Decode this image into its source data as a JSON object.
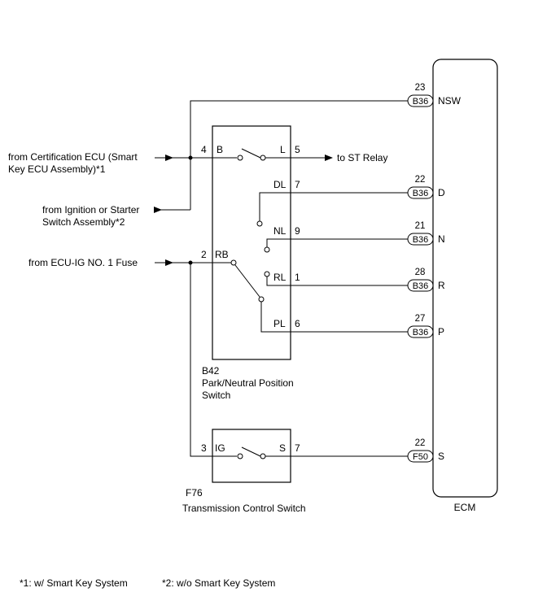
{
  "ecm": {
    "label": "ECM",
    "pins": [
      {
        "num": "23",
        "conn": "B36",
        "name": "NSW"
      },
      {
        "num": "22",
        "conn": "B36",
        "name": "D"
      },
      {
        "num": "21",
        "conn": "B36",
        "name": "N"
      },
      {
        "num": "28",
        "conn": "B36",
        "name": "R"
      },
      {
        "num": "27",
        "conn": "B36",
        "name": "P"
      },
      {
        "num": "22",
        "conn": "F50",
        "name": "S"
      }
    ]
  },
  "pnp_switch": {
    "code": "B42",
    "name_line1": "Park/Neutral Position",
    "name_line2": "Switch",
    "pins": {
      "B": {
        "num": "4",
        "label": "B"
      },
      "L": {
        "num": "5",
        "label": "L"
      },
      "DL": {
        "num": "7",
        "label": "DL"
      },
      "NL": {
        "num": "9",
        "label": "NL"
      },
      "RB": {
        "num": "2",
        "label": "RB"
      },
      "RL": {
        "num": "1",
        "label": "RL"
      },
      "PL": {
        "num": "6",
        "label": "PL"
      }
    }
  },
  "tcs": {
    "code": "F76",
    "name": "Transmission Control Switch",
    "pins": {
      "IG": {
        "num": "3",
        "label": "IG"
      },
      "S": {
        "num": "7",
        "label": "S"
      }
    }
  },
  "sources": {
    "cert_ecu_line1": "from Certification ECU (Smart",
    "cert_ecu_line2": "Key ECU Assembly)*1",
    "ign_line1": "from Ignition or Starter",
    "ign_line2": "Switch Assembly*2",
    "ecu_ig": "from ECU-IG NO. 1 Fuse",
    "st_relay": "to ST Relay"
  },
  "footnotes": {
    "note1": "*1: w/ Smart Key System",
    "note2": "*2: w/o Smart Key System"
  }
}
